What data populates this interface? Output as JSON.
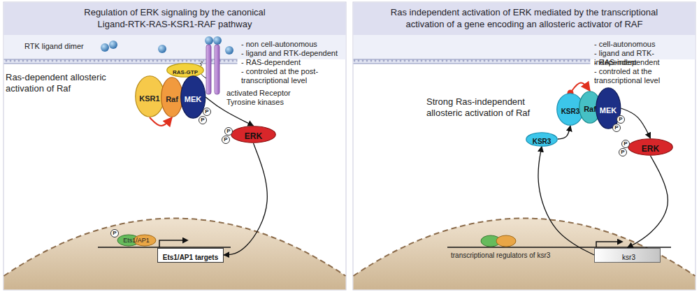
{
  "diagram": {
    "nodes": [
      {
        "text": [
          "Regulation of ERK signaling by the canonical Ligand-RTK-RAS-KSR1-RAF pathway"
        ]
      },
      {
        "text": [
          "RAS-GTP"
        ],
        "in": 0
      },
      {
        "text": [
          "KSR1"
        ],
        "in": 0
      },
      {
        "text": [
          "Raf"
        ],
        "in": 0
      },
      {
        "text": [
          "MEK"
        ],
        "in": 0
      },
      {
        "text": [
          "ERK"
        ],
        "in": 0
      },
      {
        "text": [
          "Ets1/AP1 targets"
        ],
        "in": 0
      },
      {
        "text": [
          "Ras independent activation of ERK mediated by the transcriptional activation of a gene encoding an allosteric activator of RAF"
        ]
      },
      {
        "text": [
          "KSR3"
        ],
        "in": 7
      },
      {
        "text": [
          "Raf"
        ],
        "in": 7
      },
      {
        "text": [
          "MEK"
        ],
        "in": 7
      },
      {
        "text": [
          "KSR3"
        ],
        "in": 7
      },
      {
        "text": [
          "ERK"
        ],
        "in": 7
      },
      {
        "text": [
          "ksr3"
        ],
        "in": 7
      }
    ],
    "edges": [
      {
        "from": 2,
        "to": 3,
        "arrow": "to"
      },
      {
        "from": 4,
        "to": 5,
        "arrow": "to"
      },
      {
        "from": 5,
        "to": 6,
        "arrow": "to"
      },
      {
        "from": 13,
        "to": 11,
        "arrow": "to"
      },
      {
        "from": 11,
        "to": 8,
        "arrow": "to"
      },
      {
        "from": 8,
        "to": 9,
        "arrow": "to"
      },
      {
        "from": 10,
        "to": 12,
        "arrow": "to"
      },
      {
        "from": 12,
        "to": 13,
        "arrow": "to"
      }
    ],
    "labels": [
      "RTK ligand dimer",
      "- non cell-autonomous",
      "- ligand and RTK-dependent",
      "- RAS-dependent",
      "- controled at the post-transcriptional level",
      "Ras-dependent allosteric activation of Raf",
      "activated Receptor Tyrosine kinases",
      "P",
      "P",
      "P",
      "P",
      "P",
      "Ets1/AP1",
      "- cell-autonomous",
      "- ligand and RTK-independent",
      "- RAS-independent",
      "- controled at the transcriptional level",
      "Strong Ras-independent allosteric activation of Raf",
      "P",
      "P",
      "P",
      "P",
      "transcriptional regulators of ksr3"
    ]
  }
}
